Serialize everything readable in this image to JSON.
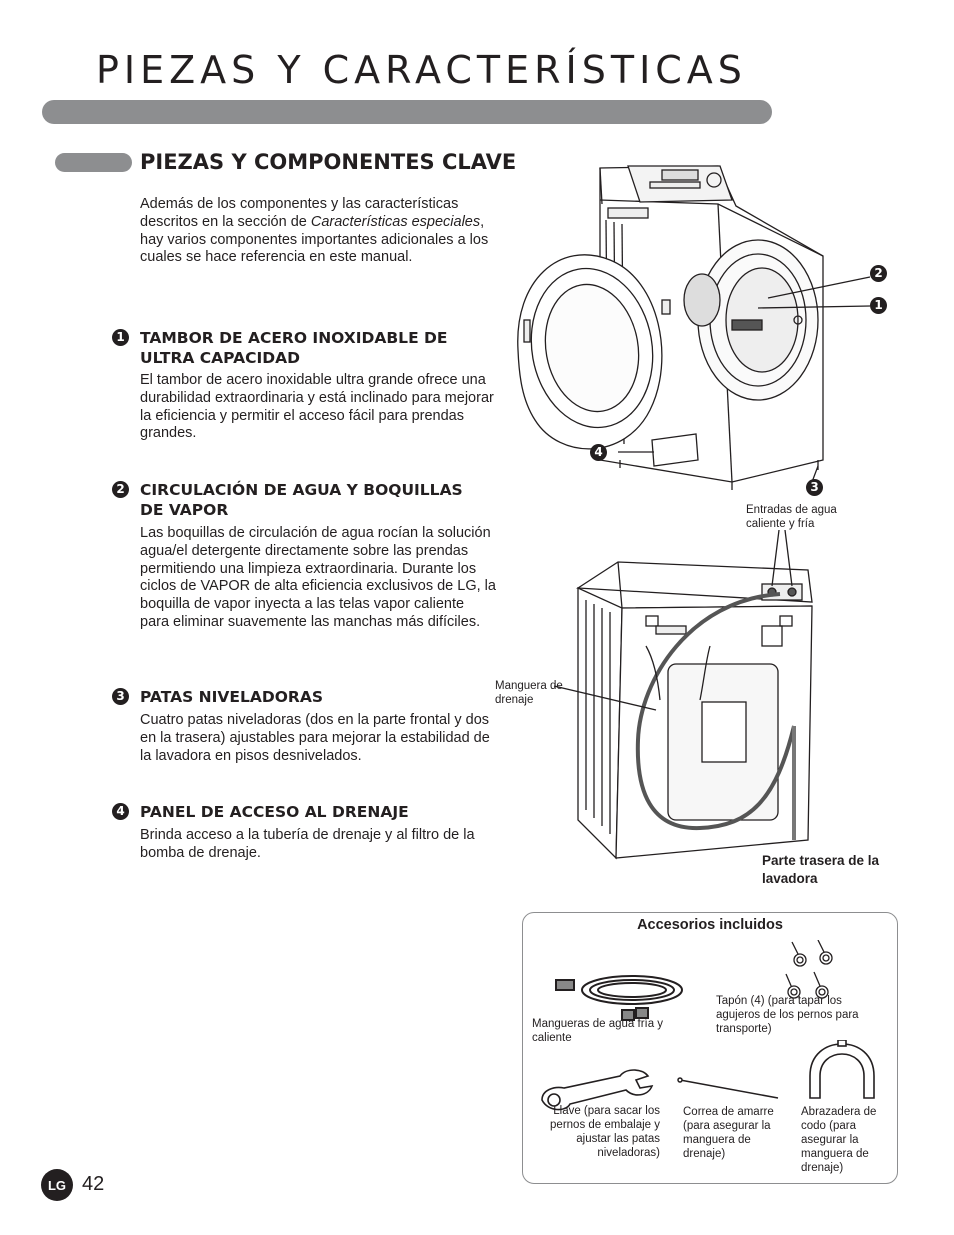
{
  "page": {
    "title": "PIEZAS Y CARACTERÍSTICAS",
    "page_number": "42",
    "logo_text": "LG"
  },
  "section": {
    "heading": "PIEZAS Y COMPONENTES CLAVE",
    "intro_1": "Además de los componentes y las características descritos en la sección de ",
    "intro_italic": "Características especiales",
    "intro_2": ", hay varios componentes importantes adicionales a los cuales se hace referencia en este manual."
  },
  "items": [
    {
      "number": "1",
      "title": "TAMBOR DE ACERO INOXIDABLE DE ULTRA CAPACIDAD",
      "body": "El tambor de acero inoxidable ultra grande ofrece una durabilidad extraordinaria y está inclinado para mejorar la eficiencia y permitir el acceso fácil para prendas grandes."
    },
    {
      "number": "2",
      "title": "CIRCULACIÓN DE AGUA Y BOQUILLAS DE VAPOR",
      "body": "Las boquillas de circulación de agua rocían la solución agua/el detergente directamente sobre las prendas permitiendo una limpieza extraordinaria. Durante los ciclos de VAPOR de alta eficiencia exclusivos de LG, la boquilla de vapor inyecta a las telas vapor caliente para eliminar suavemente las manchas más difíciles."
    },
    {
      "number": "3",
      "title": "PATAS NIVELADORAS",
      "body": "Cuatro patas niveladoras (dos en la parte frontal y dos en la trasera) ajustables para mejorar la estabilidad de la lavadora en pisos desnivelados."
    },
    {
      "number": "4",
      "title": "PANEL DE ACCESO AL DRENAJE",
      "body": "Brinda acceso a la tubería de drenaje y al filtro de la bomba de drenaje."
    }
  ],
  "front_figure": {
    "callouts": [
      "2",
      "1",
      "4",
      "3"
    ]
  },
  "rear_figure": {
    "label_inlets": "Entradas de agua caliente y fría",
    "label_drain": "Manguera de drenaje",
    "caption": "Parte trasera de la lavadora"
  },
  "accessories": {
    "title": "Accesorios incluidos",
    "hoses": "Mangueras de agua fría y caliente",
    "caps": "Tapón (4) (para tapar los agujeros de los pernos para transporte)",
    "wrench": "Llave (para sacar los pernos de embalaje y ajustar las patas niveladoras)",
    "tie": "Correa de amarre (para asegurar la manguera de drenaje)",
    "elbow": "Abrazadera de codo (para asegurar la manguera de drenaje)"
  }
}
